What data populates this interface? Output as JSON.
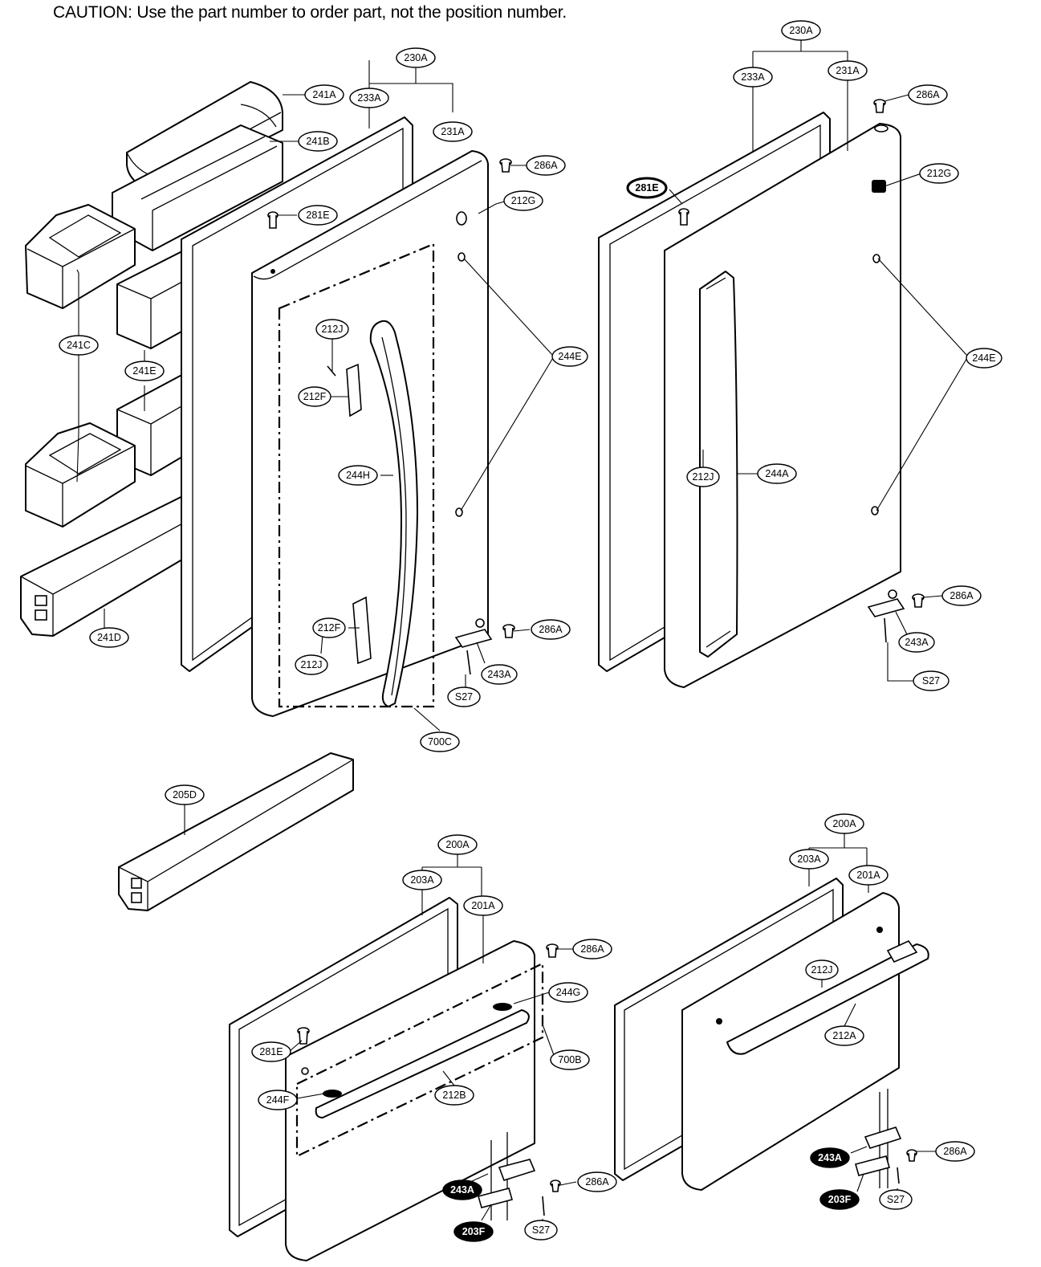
{
  "caution": "CAUTION: Use the part number to order part, not the position number.",
  "callouts": [
    {
      "id": "c1",
      "text": "230A"
    },
    {
      "id": "c2",
      "text": "233A"
    },
    {
      "id": "c3",
      "text": "231A"
    },
    {
      "id": "c4",
      "text": "241A"
    },
    {
      "id": "c5",
      "text": "241B"
    },
    {
      "id": "c6",
      "text": "286A"
    },
    {
      "id": "c7",
      "text": "212G"
    },
    {
      "id": "c8",
      "text": "281E"
    },
    {
      "id": "c9",
      "text": "241C"
    },
    {
      "id": "c10",
      "text": "241E"
    },
    {
      "id": "c11",
      "text": "212J"
    },
    {
      "id": "c12",
      "text": "212F"
    },
    {
      "id": "c13",
      "text": "244E"
    },
    {
      "id": "c14",
      "text": "244H"
    },
    {
      "id": "c15",
      "text": "212F"
    },
    {
      "id": "c16",
      "text": "212J"
    },
    {
      "id": "c17",
      "text": "241D"
    },
    {
      "id": "c18",
      "text": "286A"
    },
    {
      "id": "c19",
      "text": "243A"
    },
    {
      "id": "c20",
      "text": "S27"
    },
    {
      "id": "c21",
      "text": "700C"
    },
    {
      "id": "c22",
      "text": "230A"
    },
    {
      "id": "c23",
      "text": "233A"
    },
    {
      "id": "c24",
      "text": "231A"
    },
    {
      "id": "c25",
      "text": "286A"
    },
    {
      "id": "c26",
      "text": "212G"
    },
    {
      "id": "c27",
      "text": "281E"
    },
    {
      "id": "c28",
      "text": "244E"
    },
    {
      "id": "c29",
      "text": "212J"
    },
    {
      "id": "c30",
      "text": "244A"
    },
    {
      "id": "c31",
      "text": "286A"
    },
    {
      "id": "c32",
      "text": "243A"
    },
    {
      "id": "c33",
      "text": "S27"
    },
    {
      "id": "c34",
      "text": "205D"
    },
    {
      "id": "c35",
      "text": "200A"
    },
    {
      "id": "c36",
      "text": "203A"
    },
    {
      "id": "c37",
      "text": "201A"
    },
    {
      "id": "c38",
      "text": "286A"
    },
    {
      "id": "c39",
      "text": "244G"
    },
    {
      "id": "c40",
      "text": "700B"
    },
    {
      "id": "c41",
      "text": "281E"
    },
    {
      "id": "c42",
      "text": "244F"
    },
    {
      "id": "c43",
      "text": "212B"
    },
    {
      "id": "c44",
      "text": "243A"
    },
    {
      "id": "c45",
      "text": "286A"
    },
    {
      "id": "c46",
      "text": "203F"
    },
    {
      "id": "c47",
      "text": "S27"
    },
    {
      "id": "c48",
      "text": "200A"
    },
    {
      "id": "c49",
      "text": "203A"
    },
    {
      "id": "c50",
      "text": "201A"
    },
    {
      "id": "c51",
      "text": "212J"
    },
    {
      "id": "c52",
      "text": "212A"
    },
    {
      "id": "c53",
      "text": "243A"
    },
    {
      "id": "c54",
      "text": "286A"
    },
    {
      "id": "c55",
      "text": "203F"
    },
    {
      "id": "c56",
      "text": "S27"
    }
  ]
}
